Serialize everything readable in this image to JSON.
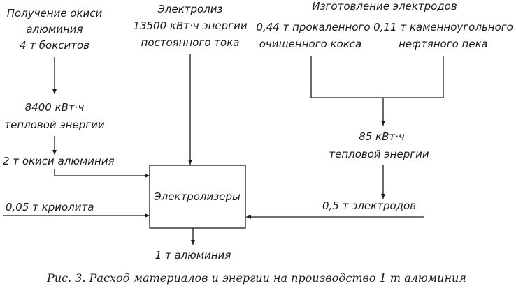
{
  "diagram": {
    "alumina_block": {
      "line1": "Получение окиси",
      "line2": "алюминия",
      "line3": "4 т бокситов"
    },
    "alumina_heat": {
      "line1": "8400 кВт·ч",
      "line2": "тепловой энергии"
    },
    "alumina_output": "2 т окиси алюминия",
    "cryolite": "0,05 т криолита",
    "electrolysis_block": {
      "line1": "Электролиз",
      "line2": "13500 кВт·ч энергии",
      "line3": "постоянного тока"
    },
    "electrodes_title": "Изготовление электродов",
    "coke": {
      "line1": "0,44 т прокаленного",
      "line2": "очищенного кокса"
    },
    "pitch": {
      "line1": "0,11 т каменноугольного",
      "line2": "нефтяного пека"
    },
    "electrode_heat": {
      "line1": "85 кВт·ч",
      "line2": "тепловой энергии"
    },
    "electrodes_output": "0,5 т электродов",
    "electrolyzers": "Электролизеры",
    "aluminum_output": "1 т алюминия"
  },
  "caption": "Рис. 3. Расход материалов и энергии на производство 1 т алюминия"
}
